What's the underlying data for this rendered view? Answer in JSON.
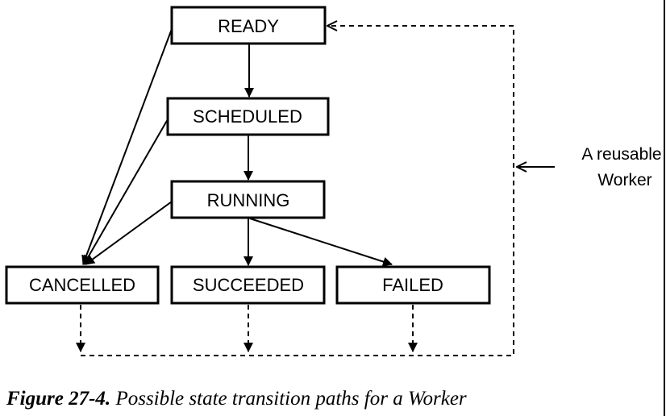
{
  "states": {
    "ready": "READY",
    "scheduled": "SCHEDULED",
    "running": "RUNNING",
    "cancelled": "CANCELLED",
    "succeeded": "SUCCEEDED",
    "failed": "FAILED"
  },
  "side_label": {
    "line1": "A reusable",
    "line2": "Worker"
  },
  "caption": {
    "figure_number": "Figure 27-4.",
    "text": "Possible state transition paths for a Worker"
  },
  "colors": {
    "stroke": "#000000",
    "background": "#ffffff"
  }
}
